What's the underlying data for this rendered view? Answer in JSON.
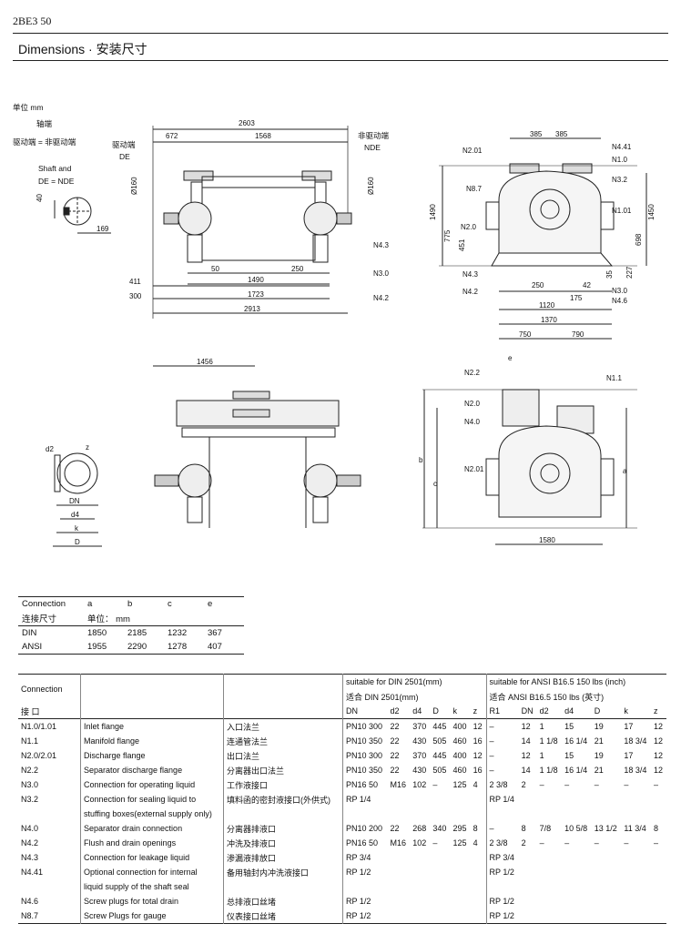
{
  "header": {
    "code": "2BE3 50",
    "title": "Dimensions · 安装尺寸"
  },
  "legend": {
    "unit": "单位 mm",
    "shaft_cn": "轴端",
    "drive_cn": "驱动端 = 非驱动端",
    "shaft_en": "Shaft and",
    "drive_en": "DE = NDE",
    "de_cn": "驱动端",
    "de": "DE",
    "nde_cn": "非驱动端",
    "nde": "NDE"
  },
  "front_view": {
    "dims": [
      "2603",
      "672",
      "1568",
      "Ø160",
      "Ø160",
      "50",
      "250",
      "411",
      "1490",
      "300",
      "1723",
      "2913",
      "40",
      "169"
    ],
    "ports": [
      "N4.3",
      "N3.0",
      "N4.2"
    ]
  },
  "side_view": {
    "dims": [
      "385",
      "385",
      "1490",
      "1450",
      "775",
      "451",
      "698",
      "227",
      "35",
      "250",
      "42",
      "175",
      "1120",
      "1370",
      "750",
      "790"
    ],
    "ports": [
      "N2.01",
      "N4.41",
      "N1.0",
      "N8.7",
      "N3.2",
      "N2.0",
      "N1.01",
      "N4.3",
      "N4.2",
      "N3.0",
      "N4.6"
    ]
  },
  "lower_view": {
    "dims": [
      "1456",
      "1580",
      "d2",
      "z",
      "DN",
      "d4",
      "k",
      "D"
    ],
    "ports": [
      "N2.2",
      "N1.1",
      "N2.0",
      "N4.0",
      "N2.01"
    ],
    "letters": [
      "e",
      "b",
      "c",
      "a"
    ]
  },
  "small_table": {
    "head": {
      "c1": "Connection",
      "c1cn": "连接尺寸",
      "a": "a",
      "b": "b",
      "c": "c",
      "e": "e",
      "unit": "单位： mm"
    },
    "rows": [
      [
        "DIN",
        "1850",
        "2185",
        "1232",
        "367"
      ],
      [
        "ANSI",
        "1955",
        "2290",
        "1278",
        "407"
      ]
    ]
  },
  "main_table": {
    "head": {
      "conn": "Connection",
      "conn_cn": "接  口",
      "din": "suitable for DIN 2501(mm)",
      "din_cn": "适合 DIN 2501(mm)",
      "ansi": "suitable for ANSI B16.5 150 lbs (inch)",
      "ansi_cn": "适合 ANSI B16.5 150 lbs (英寸)",
      "cols_din": [
        "DN",
        "d2",
        "d4",
        "D",
        "k",
        "z"
      ],
      "cols_ansi": [
        "R1",
        "DN",
        "d2",
        "d4",
        "D",
        "k",
        "z"
      ]
    },
    "rows": [
      [
        "N1.0/1.01",
        "Inlet flange",
        "入口法兰",
        "PN10 300",
        "22",
        "370",
        "445",
        "400",
        "12",
        "–",
        "12",
        "1",
        "15",
        "19",
        "17",
        "12"
      ],
      [
        "N1.1",
        "Manifold flange",
        "连通管法兰",
        "PN10 350",
        "22",
        "430",
        "505",
        "460",
        "16",
        "–",
        "14",
        "1 1/8",
        "16 1/4",
        "21",
        "18 3/4",
        "12"
      ],
      [
        "N2.0/2.01",
        "Discharge flange",
        "出口法兰",
        "PN10 300",
        "22",
        "370",
        "445",
        "400",
        "12",
        "–",
        "12",
        "1",
        "15",
        "19",
        "17",
        "12"
      ],
      [
        "N2.2",
        "Separator discharge flange",
        "分离器出口法兰",
        "PN10 350",
        "22",
        "430",
        "505",
        "460",
        "16",
        "–",
        "14",
        "1 1/8",
        "16 1/4",
        "21",
        "18 3/4",
        "12"
      ],
      [
        "N3.0",
        "Connection for operating liquid",
        "工作液接口",
        "PN16 50",
        "M16",
        "102",
        "–",
        "125",
        "4",
        "2 3/8",
        "2",
        "–",
        "–",
        "–",
        "–",
        "–"
      ],
      [
        "N3.2",
        "Connection for sealing liquid to",
        "填料函的密封液接口(外供式)",
        "RP 1/4",
        "",
        "",
        "",
        "",
        "",
        "RP 1/4",
        "",
        "",
        "",
        "",
        "",
        ""
      ],
      [
        "",
        "stuffing boxes(external supply only)",
        "",
        "",
        "",
        "",
        "",
        "",
        "",
        "",
        "",
        "",
        "",
        "",
        "",
        ""
      ],
      [
        "N4.0",
        "Separator drain connection",
        "分离器排液口",
        "PN10 200",
        "22",
        "268",
        "340",
        "295",
        "8",
        "–",
        "8",
        "7/8",
        "10 5/8",
        "13 1/2",
        "11 3/4",
        "8"
      ],
      [
        "N4.2",
        "Flush and drain openings",
        "冲洗及排液口",
        "PN16 50",
        "M16",
        "102",
        "–",
        "125",
        "4",
        "2 3/8",
        "2",
        "–",
        "–",
        "–",
        "–",
        "–"
      ],
      [
        "N4.3",
        "Connection for leakage liquid",
        "渗漏液排放口",
        "RP 3/4",
        "",
        "",
        "",
        "",
        "",
        "RP 3/4",
        "",
        "",
        "",
        "",
        "",
        ""
      ],
      [
        "N4.41",
        "Optional connection for internal",
        "备用轴封内冲洗液接口",
        "RP 1/2",
        "",
        "",
        "",
        "",
        "",
        "RP 1/2",
        "",
        "",
        "",
        "",
        "",
        ""
      ],
      [
        "",
        "liquid supply of the shaft seal",
        "",
        "",
        "",
        "",
        "",
        "",
        "",
        "",
        "",
        "",
        "",
        "",
        "",
        ""
      ],
      [
        "N4.6",
        "Screw plugs for total drain",
        "总排液口丝堵",
        "RP 1/2",
        "",
        "",
        "",
        "",
        "",
        "RP 1/2",
        "",
        "",
        "",
        "",
        "",
        ""
      ],
      [
        "N8.7",
        "Screw Plugs for gauge",
        "仪表接口丝堵",
        "RP 1/2",
        "",
        "",
        "",
        "",
        "",
        "RP 1/2",
        "",
        "",
        "",
        "",
        "",
        ""
      ]
    ]
  }
}
